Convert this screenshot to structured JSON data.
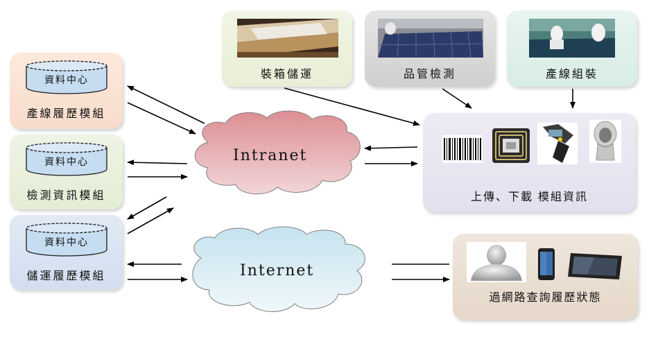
{
  "modules": [
    {
      "db_label": "資料中心",
      "name": "產線履歷模組"
    },
    {
      "db_label": "資料中心",
      "name": "檢測資訊模組"
    },
    {
      "db_label": "資料中心",
      "name": "儲運履歷模組"
    }
  ],
  "stations": [
    {
      "name": "裝箱儲運"
    },
    {
      "name": "品管檢測"
    },
    {
      "name": "產線組裝"
    }
  ],
  "networks": {
    "intranet": "Intranet",
    "internet": "Internet"
  },
  "devices_box": {
    "label": "上傳、下載 模組資訊",
    "icons": [
      "barcode-icon",
      "rfid-tag-icon",
      "handheld-scanner-icon",
      "barcode-scanner-icon"
    ]
  },
  "query_box": {
    "label": "過網路查詢履歷狀態",
    "icons": [
      "user-icon",
      "smartphone-icon",
      "tablet-icon"
    ]
  },
  "colors": {
    "module1_bg": "#fbe5d8",
    "module2_bg": "#ebf2e0",
    "module3_bg": "#dbe5f2",
    "station1_bg": "#eef2e0",
    "station2_bg": "#dcdcdc",
    "station3_bg": "#e2f0ec",
    "devices_bg": "#ece8f2",
    "query_bg": "#ece0d6",
    "intranet_cloud": "#e7a6a8",
    "internet_cloud": "#d6ecf3",
    "cylinder": "#c8dff0"
  }
}
